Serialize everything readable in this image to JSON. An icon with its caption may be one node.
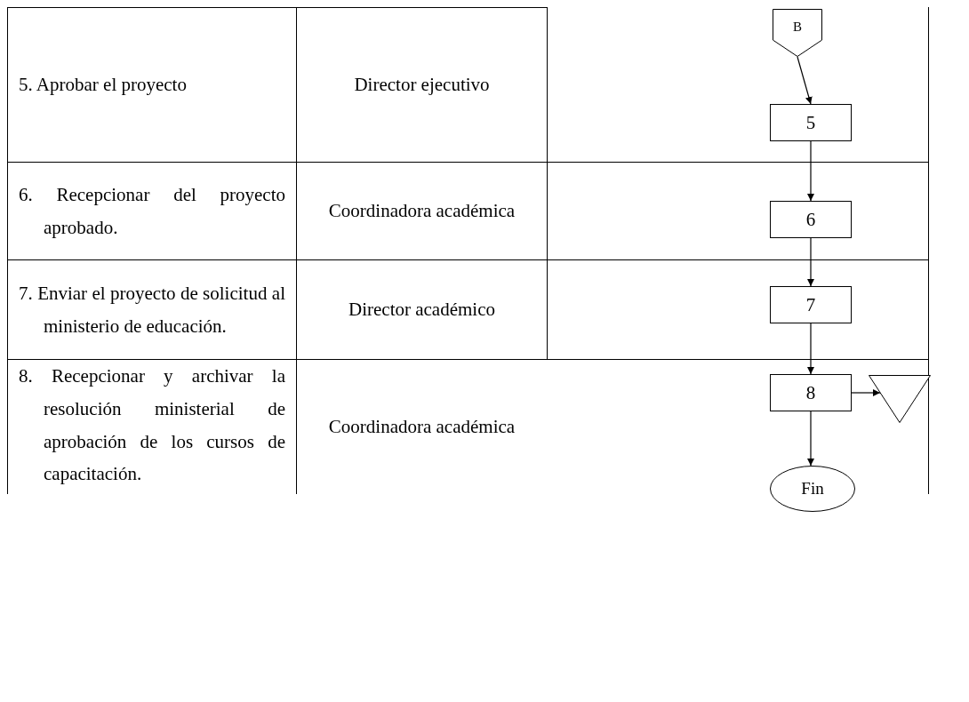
{
  "diagram": {
    "nodes": [
      {
        "text": [
          "B"
        ]
      },
      {
        "text": [
          "5"
        ]
      },
      {
        "text": [
          "6"
        ]
      },
      {
        "text": [
          "7"
        ]
      },
      {
        "text": [
          "8"
        ]
      },
      {
        "text": [],
        "shape": "triangle"
      },
      {
        "text": [
          "Fin"
        ]
      }
    ],
    "edges": [
      {
        "from": 0,
        "to": 1,
        "arrow": "to"
      },
      {
        "from": 1,
        "to": 2,
        "arrow": "to"
      },
      {
        "from": 2,
        "to": 3,
        "arrow": "to"
      },
      {
        "from": 3,
        "to": 4,
        "arrow": "to"
      },
      {
        "from": 4,
        "to": 5,
        "arrow": "to"
      },
      {
        "from": 4,
        "to": 6,
        "arrow": "to"
      }
    ],
    "labels": [
      "5. Aprobar el proyecto",
      "Director ejecutivo",
      "6. Recepcionar del proyecto aprobado.",
      "Coordinadora académica",
      "7. Enviar el proyecto de solicitud al ministerio de educación.",
      "Director académico",
      "8. Recepcionar y archivar la resolución ministerial de aprobación de los cursos de capacitación.",
      "Coordinadora académica"
    ]
  }
}
